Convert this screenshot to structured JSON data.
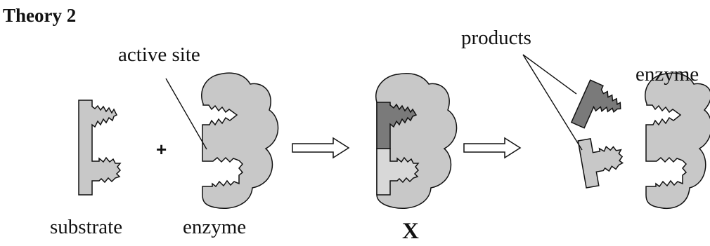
{
  "diagram": {
    "title": "Theory 2",
    "labels": {
      "active_site": "active site",
      "products": "products",
      "enzyme_right": "enzyme",
      "substrate": "substrate",
      "enzyme_left": "enzyme",
      "complex_x": "X",
      "plus": "+"
    },
    "colors": {
      "shape_fill": "#c8c8c8",
      "dark_fill": "#7a7a7a",
      "outline": "#111111"
    }
  }
}
